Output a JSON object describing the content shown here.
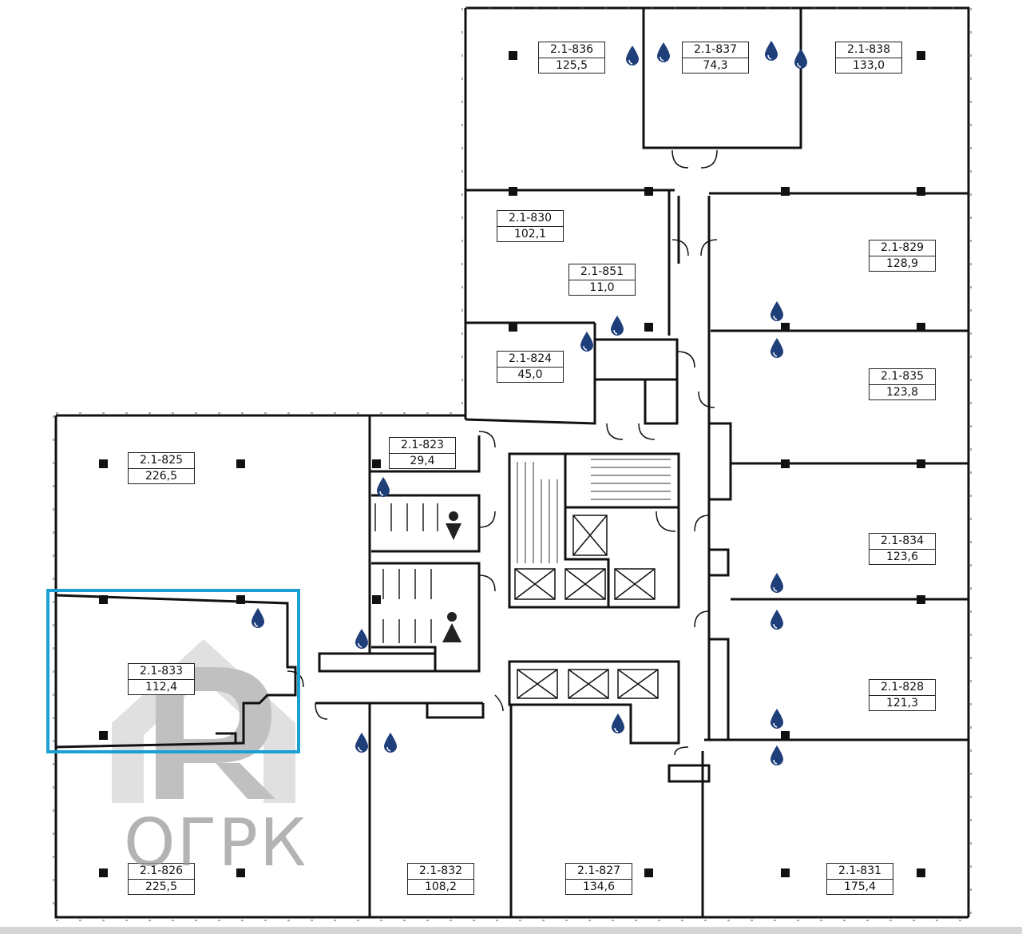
{
  "plan": {
    "rooms": [
      {
        "id": "2.1-836",
        "area": "125,5"
      },
      {
        "id": "2.1-837",
        "area": "74,3"
      },
      {
        "id": "2.1-838",
        "area": "133,0"
      },
      {
        "id": "2.1-830",
        "area": "102,1"
      },
      {
        "id": "2.1-851",
        "area": "11,0"
      },
      {
        "id": "2.1-829",
        "area": "128,9"
      },
      {
        "id": "2.1-824",
        "area": "45,0"
      },
      {
        "id": "2.1-835",
        "area": "123,8"
      },
      {
        "id": "2.1-825",
        "area": "226,5"
      },
      {
        "id": "2.1-823",
        "area": "29,4"
      },
      {
        "id": "2.1-834",
        "area": "123,6"
      },
      {
        "id": "2.1-833",
        "area": "112,4"
      },
      {
        "id": "2.1-828",
        "area": "121,3"
      },
      {
        "id": "2.1-826",
        "area": "225,5"
      },
      {
        "id": "2.1-832",
        "area": "108,2"
      },
      {
        "id": "2.1-827",
        "area": "134,6"
      },
      {
        "id": "2.1-831",
        "area": "175,4"
      }
    ],
    "selected_room": "2.1-833",
    "highlight_color": "#1e9fd4",
    "water_icon_color": "#1f3f7a",
    "icons": [
      "water-drop-icon",
      "male-wc-icon",
      "female-wc-icon",
      "stairs-icon",
      "elevator-icon",
      "pillar-icon"
    ]
  },
  "watermark": {
    "text": "ОГРК",
    "logo_icon": "ogrk-logo-icon"
  }
}
